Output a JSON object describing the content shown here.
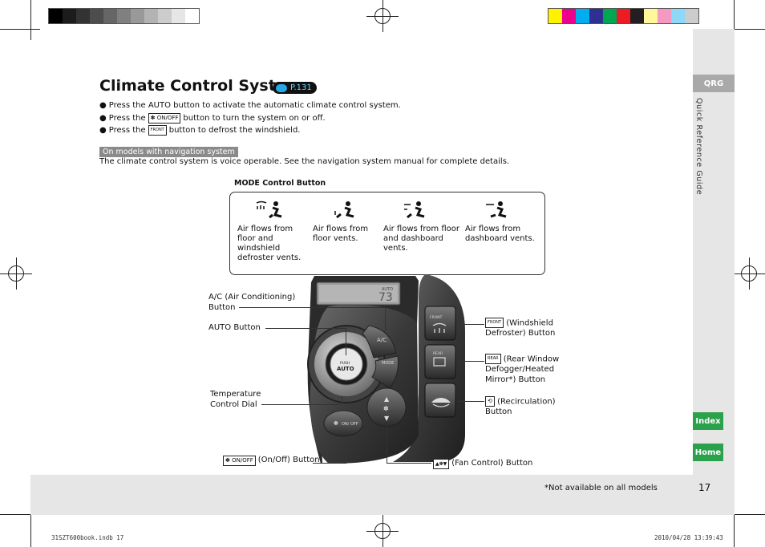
{
  "header": {
    "title": "Climate Control System",
    "page_ref": "P.131"
  },
  "bullets": [
    {
      "before": "Press the AUTO button to activate the automatic climate control system.",
      "button": "",
      "after": ""
    },
    {
      "before": "Press the",
      "button": "ON/OFF",
      "after": "button to turn the system on or off."
    },
    {
      "before": "Press the",
      "button": "FRONT",
      "after": "button to defrost the windshield."
    }
  ],
  "nav_tag": "On models with navigation system",
  "nav_note": "The climate control system is voice operable. See the navigation system manual for complete details.",
  "mode": {
    "heading": "MODE Control Button",
    "items": [
      {
        "icon": "floor-defrost-icon",
        "text": "Air flows from floor and windshield defroster vents."
      },
      {
        "icon": "floor-icon",
        "text": "Air flows from floor vents."
      },
      {
        "icon": "floor-dash-icon",
        "text": "Air flows from floor and dashboard vents."
      },
      {
        "icon": "dash-icon",
        "text": "Air flows from dashboard vents."
      }
    ]
  },
  "panel": {
    "display_mode": "AUTO",
    "display_temp": "73",
    "ac_label": "A/C",
    "mode_label": "MODE",
    "push_label": "PUSH",
    "auto_label": "AUTO",
    "onoff_label": "ON/ OFF",
    "front_label": "FRONT",
    "rear_label": "REAR"
  },
  "callouts": {
    "ac": "A/C (Air Conditioning) Button",
    "auto": "AUTO Button",
    "temp": "Temperature Control Dial",
    "onoff": "(On/Off) Button",
    "windshield": "(Windshield Defroster) Button",
    "rear": "(Rear Window Defogger/Heated Mirror*) Button",
    "recirc": "(Recirculation) Button",
    "fan": "(Fan Control) Button"
  },
  "sidebar": {
    "qrg": "QRG",
    "vertical": "Quick Reference Guide",
    "index": "Index",
    "home": "Home"
  },
  "footer": {
    "footnote": "*Not available on all models",
    "page_number": "17",
    "slug_left": "31SZT600book.indb   17",
    "slug_right": "2010/04/28   13:39:43"
  },
  "colors": {
    "tab_green": "#2aa14a",
    "tab_gray": "#a9a9a9",
    "ref_blue": "#27a6e8"
  }
}
